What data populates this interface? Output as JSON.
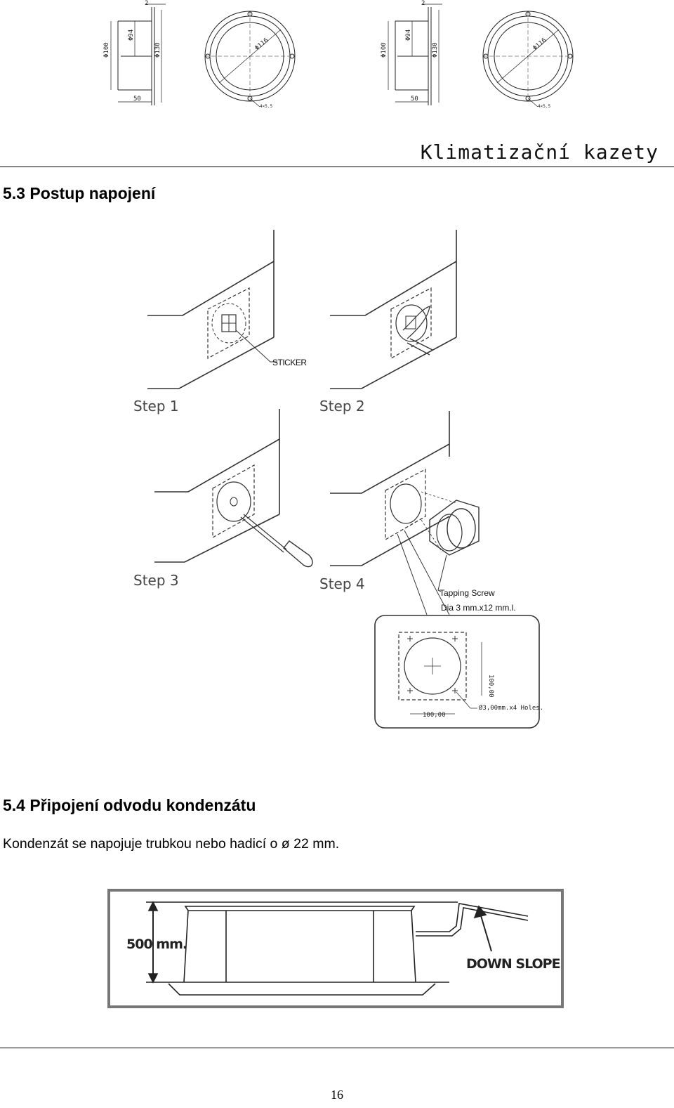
{
  "header": {
    "title": "Klimatizační kazety"
  },
  "sections": {
    "connection": {
      "title": "5.3 Postup napojení"
    },
    "condensate": {
      "title": "5.4 Připojení odvodu kondenzátu",
      "text": "Kondenzát se napojuje trubkou nebo hadicí o ø 22 mm."
    }
  },
  "figure_top": {
    "dims": {
      "d1": "Φ100",
      "d2": "Φ94",
      "d3": "Φ130",
      "base": "50",
      "rim": "2",
      "bolt": "Φ116",
      "hole": "4×5.5"
    }
  },
  "figure_steps": {
    "steps": [
      "Step 1",
      "Step 2",
      "Step 3",
      "Step 4"
    ],
    "sticker": "STICKER",
    "tapping_screw": "Tapping Screw",
    "screw_spec": "Dia 3 mm.x12 mm.l.",
    "detail_dim_h": "100,00",
    "detail_dim_v": "100,00",
    "holes": "Ø3,00mm.x4 Holes."
  },
  "figure_drain": {
    "height_label": "500 mm.",
    "slope_label": "DOWN SLOPE"
  },
  "footer": {
    "page_number": "16"
  }
}
